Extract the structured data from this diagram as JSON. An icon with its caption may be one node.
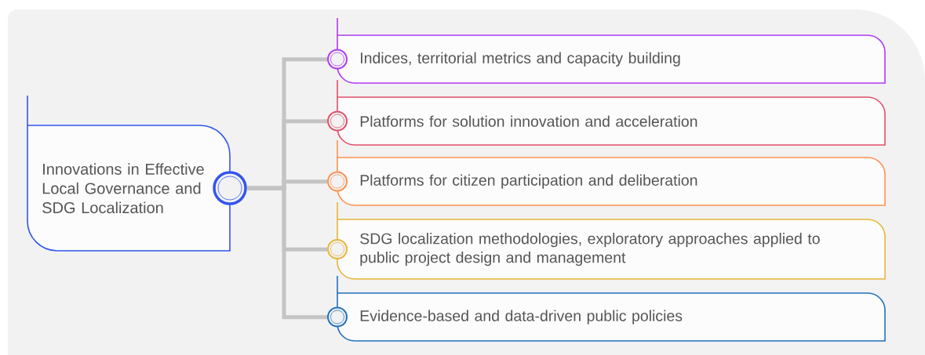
{
  "diagram": {
    "nodes": [
      {
        "text": [
          "Innovations in Effective Local Governance and SDG Localization"
        ]
      },
      {
        "text": [
          "Indices, territorial metrics and capacity building"
        ]
      },
      {
        "text": [
          "Platforms for solution innovation and acceleration"
        ]
      },
      {
        "text": [
          "Platforms for citizen participation and deliberation"
        ]
      },
      {
        "text": [
          "SDG localization methodologies, exploratory approaches applied to public project design and management"
        ]
      },
      {
        "text": [
          "Evidence-based and data-driven public policies"
        ]
      }
    ],
    "edges": [
      {
        "from": 0,
        "to": 1,
        "arrow": "none"
      },
      {
        "from": 0,
        "to": 2,
        "arrow": "none"
      },
      {
        "from": 0,
        "to": 3,
        "arrow": "none"
      },
      {
        "from": 0,
        "to": 4,
        "arrow": "none"
      },
      {
        "from": 0,
        "to": 5,
        "arrow": "none"
      }
    ]
  }
}
